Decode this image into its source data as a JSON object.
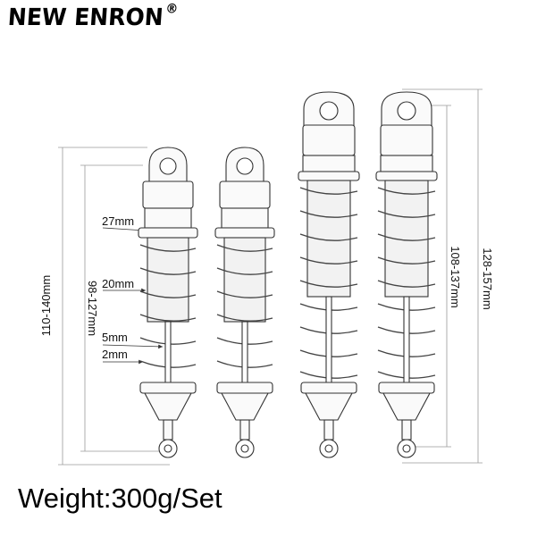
{
  "brand": {
    "name": "NEW ENRON",
    "mark": "®"
  },
  "dimensions": {
    "left_outer": "110-140mm",
    "left_inner": "98-127mm",
    "right_inner": "108-137mm",
    "right_outer": "128-157mm"
  },
  "callouts": {
    "c1": "27mm",
    "c2": "20mm",
    "c3": "5mm",
    "c4": "2mm"
  },
  "footer": {
    "weight": "Weight:300g/Set"
  }
}
